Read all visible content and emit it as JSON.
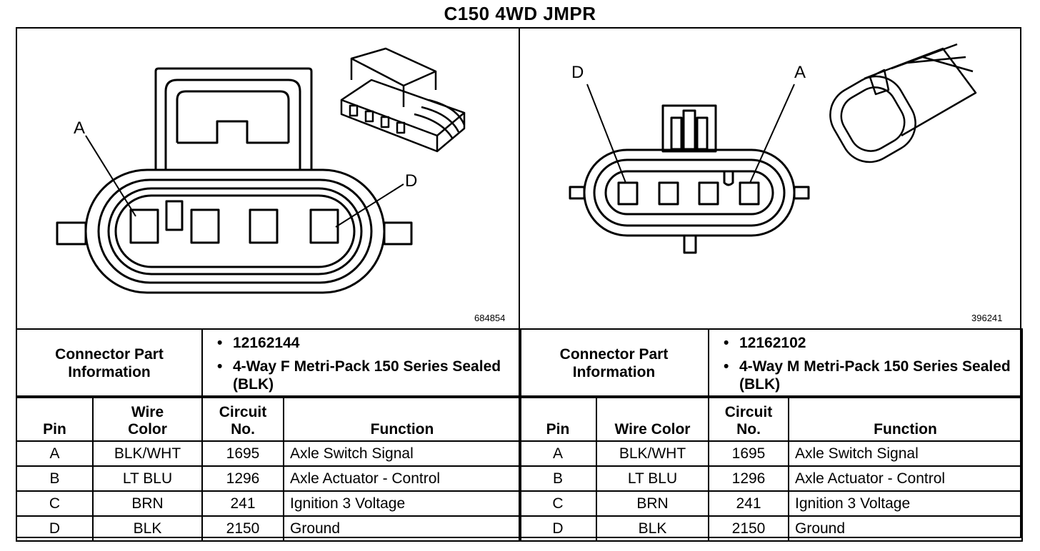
{
  "title": "C150 4WD JMPR",
  "left": {
    "image_code": "684854",
    "labels": {
      "a": "A",
      "d": "D"
    },
    "info_label": "Connector Part Information",
    "part_number": "12162144",
    "description": "4-Way F Metri-Pack 150 Series Sealed (BLK)"
  },
  "right": {
    "image_code": "396241",
    "labels": {
      "a": "A",
      "d": "D"
    },
    "info_label": "Connector Part Information",
    "part_number": "12162102",
    "description": "4-Way M Metri-Pack 150 Series Sealed (BLK)"
  },
  "headers": {
    "pin": "Pin",
    "wire_color_l1": "Wire",
    "wire_color_l2": "Color",
    "wire_color": "Wire Color",
    "circuit_l1": "Circuit",
    "circuit_l2": "No.",
    "function": "Function"
  },
  "rows": [
    {
      "pin": "A",
      "color": "BLK/WHT",
      "circuit": "1695",
      "function": "Axle Switch Signal"
    },
    {
      "pin": "B",
      "color": "LT BLU",
      "circuit": "1296",
      "function": "Axle Actuator - Control"
    },
    {
      "pin": "C",
      "color": "BRN",
      "circuit": "241",
      "function": "Ignition 3 Voltage"
    },
    {
      "pin": "D",
      "color": "BLK",
      "circuit": "2150",
      "function": "Ground"
    }
  ]
}
